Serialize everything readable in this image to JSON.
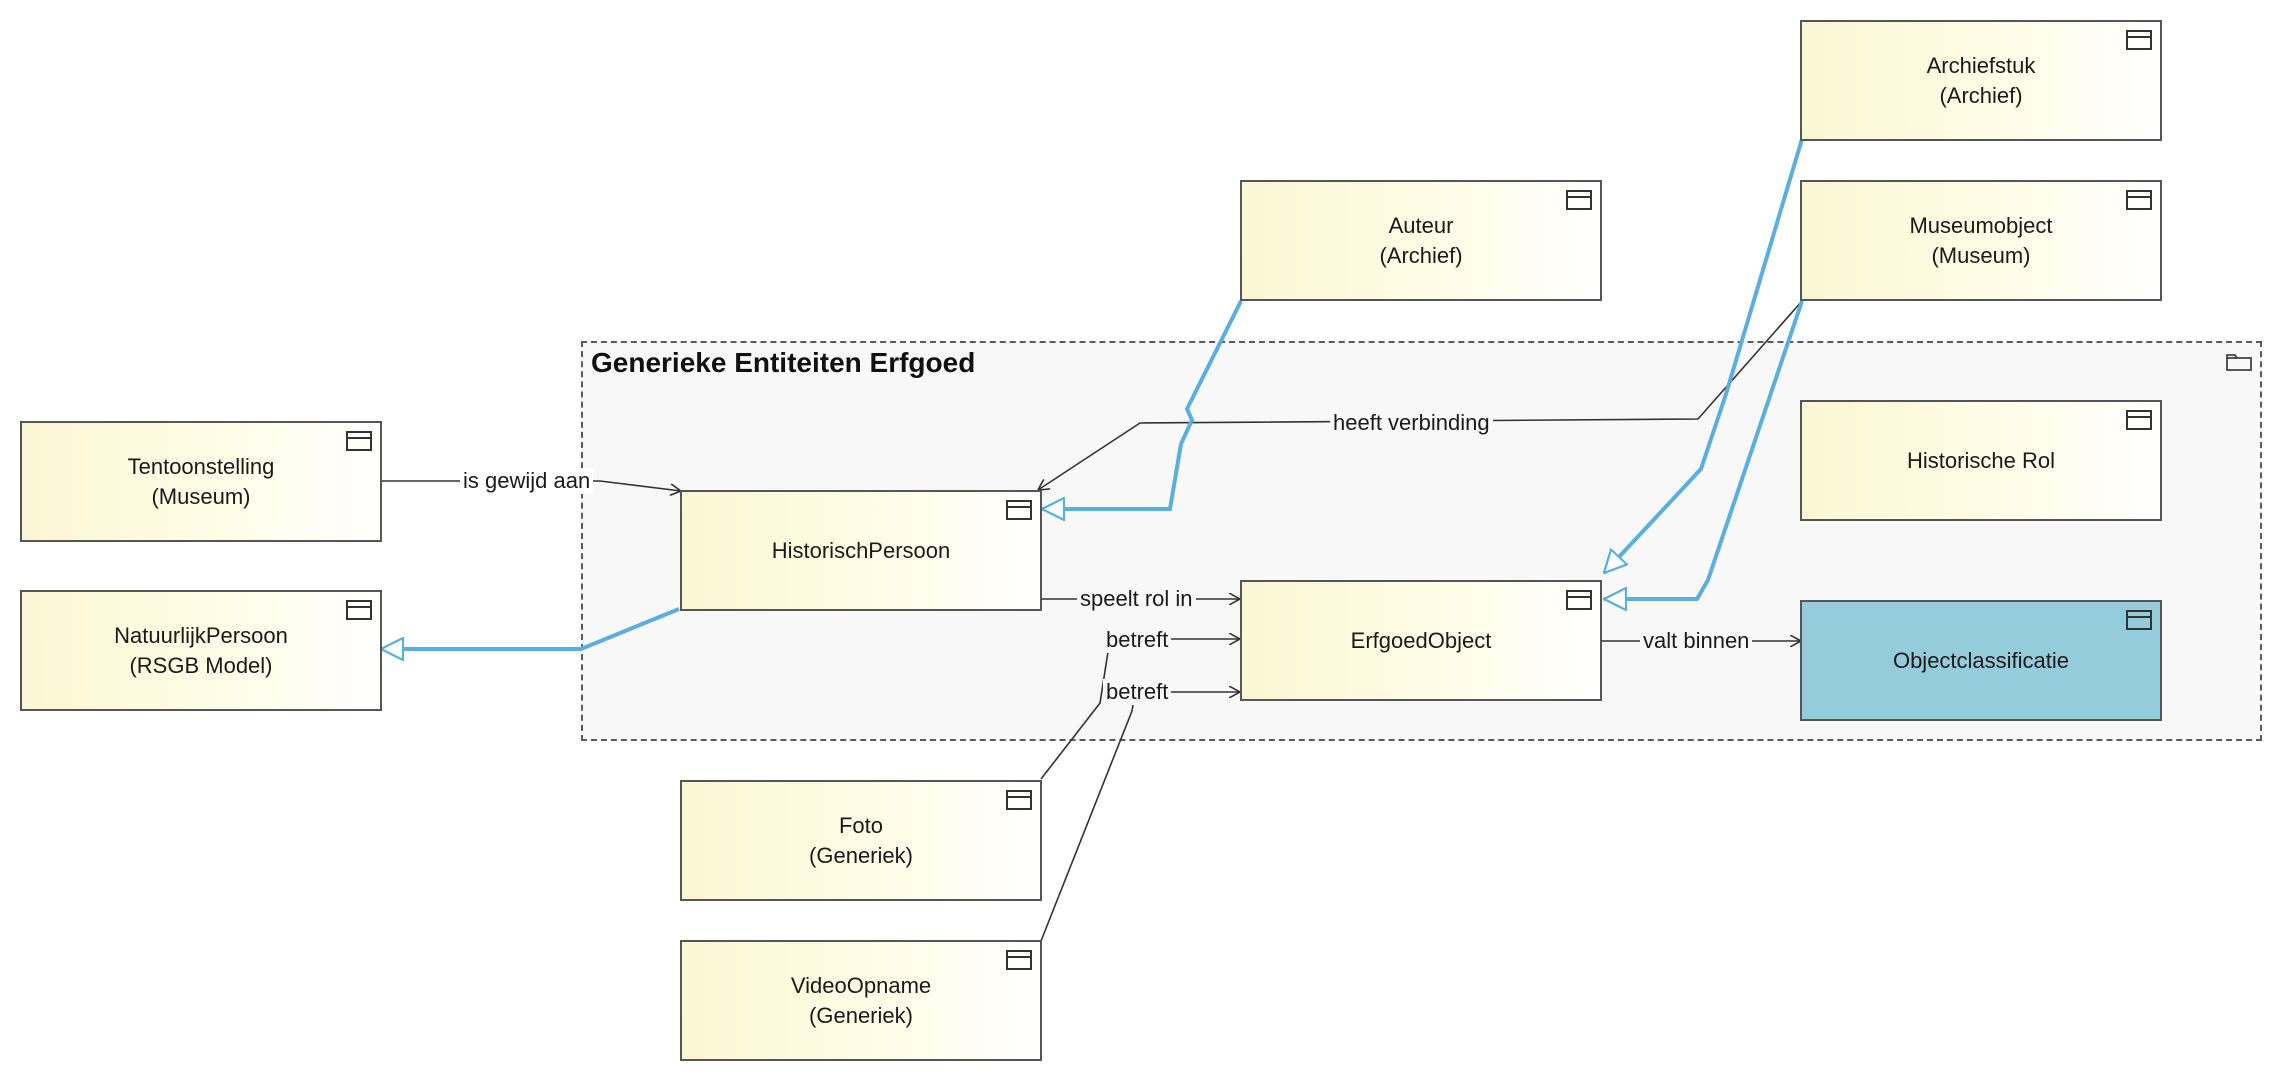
{
  "package": {
    "title": "Generieke Entiteiten Erfgoed",
    "icon": "package-folder-icon"
  },
  "entities": {
    "tentoonstelling": {
      "name": "Tentoonstelling",
      "stereo": "(Museum)"
    },
    "natuurlijk_persoon": {
      "name": "NatuurlijkPersoon",
      "stereo": "(RSGB Model)"
    },
    "historisch_persoon": {
      "name": "HistorischPersoon"
    },
    "auteur": {
      "name": "Auteur",
      "stereo": "(Archief)"
    },
    "archiefstuk": {
      "name": "Archiefstuk",
      "stereo": "(Archief)"
    },
    "museumobject": {
      "name": "Museumobject",
      "stereo": "(Museum)"
    },
    "historische_rol": {
      "name": "Historische Rol"
    },
    "erfgoed_object": {
      "name": "ErfgoedObject"
    },
    "objectclassificatie": {
      "name": "Objectclassificatie",
      "fill": "#95ccdc"
    },
    "foto": {
      "name": "Foto",
      "stereo": "(Generiek)"
    },
    "video_opname": {
      "name": "VideoOpname",
      "stereo": "(Generiek)"
    }
  },
  "associations": {
    "is_gewijd_aan": "is gewijd aan",
    "heeft_verbinding": "heeft verbinding",
    "speelt_rol_in": "speelt rol in",
    "betreft_foto": "betreft",
    "betreft_video": "betreft",
    "valt_binnen": "valt binnen"
  },
  "colors": {
    "generalization": "#5aaee0",
    "association": "#333333",
    "entity_fill": "#fbf6d2"
  },
  "icon": "class-box-icon"
}
